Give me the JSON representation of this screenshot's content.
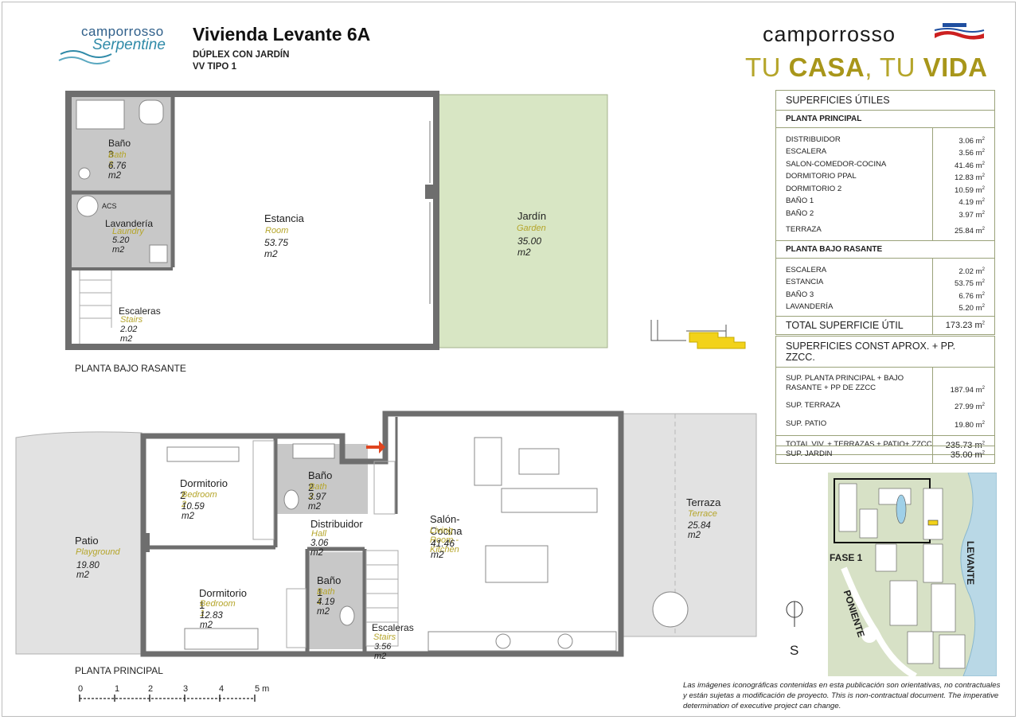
{
  "header": {
    "brand_left_line1": "camporrosso",
    "brand_left_line2": "Serpentine",
    "title": "Vivienda Levante 6A",
    "subtitle_line1": "DÚPLEX CON JARDÍN",
    "subtitle_line2": "VV TIPO 1",
    "brand_right": "camporrosso",
    "slogan_part1": "TU ",
    "slogan_part2": "CASA",
    "slogan_part3": ", TU ",
    "slogan_part4": "VIDA"
  },
  "colors": {
    "slogan": "#b5a52a",
    "garden": "#d8e6c4",
    "wet_room": "#c8c8c8",
    "wall": "#6e6e6e",
    "terrace": "#e2e2e2",
    "table_border": "#9aa27a",
    "stair_highlight": "#f2d21a"
  },
  "areas": {
    "useful_title": "SUPERFICIES ÚTILES",
    "main_floor_title": "PLANTA PRINCIPAL",
    "main_floor_rows": [
      {
        "name": "DISTRIBUIDOR",
        "value": "3.06 m"
      },
      {
        "name": "ESCALERA",
        "value": "3.56 m"
      },
      {
        "name": "SALON-COMEDOR-COCINA",
        "value": "41.46 m"
      },
      {
        "name": "DORMITORIO PPAL",
        "value": "12.83 m"
      },
      {
        "name": "DORMITORIO 2",
        "value": "10.59 m"
      },
      {
        "name": "BAÑO 1",
        "value": "4.19 m"
      },
      {
        "name": "BAÑO 2",
        "value": "3.97 m"
      }
    ],
    "terrace_row": {
      "name": "TERRAZA",
      "value": "25.84 m"
    },
    "basement_title": "PLANTA BAJO RASANTE",
    "basement_rows": [
      {
        "name": "ESCALERA",
        "value": "2.02 m"
      },
      {
        "name": "ESTANCIA",
        "value": "53.75 m"
      },
      {
        "name": "BAÑO 3",
        "value": "6.76 m"
      },
      {
        "name": "LAVANDERÍA",
        "value": "5.20 m"
      }
    ],
    "total_useful": {
      "name": "TOTAL SUPERFICIE ÚTIL",
      "value": "173.23 m"
    },
    "built_title": "SUPERFICIES CONST APROX. + PP. ZZCC.",
    "built_rows": [
      {
        "name": "SUP. PLANTA PRINCIPAL + BAJO",
        "name2": "RASANTE + PP DE ZZCC",
        "value": "187.94 m"
      },
      {
        "name": "SUP. TERRAZA",
        "value": "27.99 m"
      },
      {
        "name": "SUP. PATIO",
        "value": "19.80 m"
      }
    ],
    "total_built": {
      "name": "TOTAL VIV. + TERRAZAS + PATIO+ ZZCC",
      "value": "235.73 m"
    },
    "garden_row": {
      "name": "SUP. JARDIN",
      "value": "35.00 m"
    },
    "unit_sup": "2"
  },
  "basement_plan": {
    "label": "PLANTA BAJO RASANTE",
    "rooms": [
      {
        "name": "Baño 3",
        "en": "Bath 3",
        "area": "6.76 m2"
      },
      {
        "name": "Lavandería",
        "en": "Laundry",
        "area": "5.20 m2"
      },
      {
        "name": "Estancia",
        "en": "Room",
        "area": "53.75 m2"
      },
      {
        "name": "Jardín",
        "en": "Garden",
        "area": "35.00 m2"
      },
      {
        "name": "Escaleras",
        "en": "Stairs",
        "area": "2.02 m2"
      }
    ],
    "acs": "ACS"
  },
  "main_plan": {
    "label": "PLANTA PRINCIPAL",
    "rooms": [
      {
        "name": "Dormitorio 2",
        "en": "Bedroom 2",
        "area": "10.59 m2"
      },
      {
        "name": "Baño 2",
        "en": "Bath 2",
        "area": "3.97 m2"
      },
      {
        "name": "Distribuidor",
        "en": "Hall",
        "area": "3.06 m2"
      },
      {
        "name": "Salón-Cocina",
        "en": "Living Room - Kitchen",
        "area": "41.46 m2"
      },
      {
        "name": "Terraza",
        "en": "Terrace",
        "area": "25.84 m2"
      },
      {
        "name": "Patio",
        "en": "Playground",
        "area": "19.80 m2"
      },
      {
        "name": "Dormitorio 1",
        "en": "Bedroom 1",
        "area": "12.83 m2"
      },
      {
        "name": "Baño 1",
        "en": "Bath 1",
        "area": "4.19 m2"
      },
      {
        "name": "Escaleras",
        "en": "Stairs",
        "area": "3.56 m2"
      }
    ]
  },
  "scale": {
    "ticks": [
      "0",
      "1",
      "2",
      "3",
      "4",
      "5 m"
    ]
  },
  "site_map": {
    "phase": "FASE 1",
    "poniente": "PONIENTE",
    "levante": "LEVANTE",
    "north_letter": "S"
  },
  "note": "Las imágenes iconográficas contenidas en esta publicación son orientativas, no contractuales y están sujetas a modificación de proyecto. This is non-contractual document. The imperative determination of executive project can change."
}
